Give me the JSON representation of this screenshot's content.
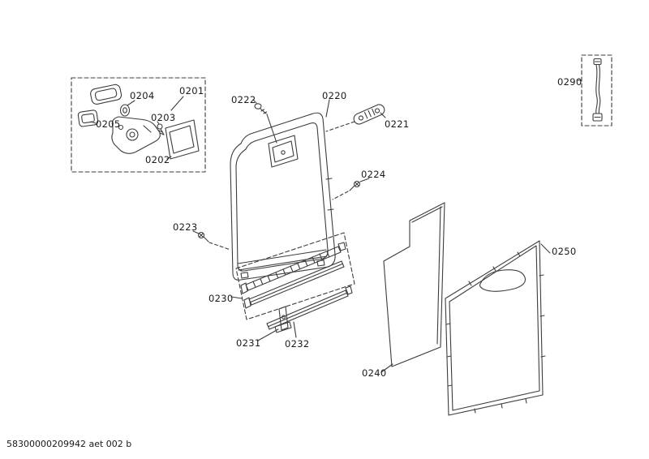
{
  "drawing": {
    "footer_code": "58300000209942 aet 002 b",
    "colors": {
      "line": "#3d3d3d",
      "text": "#1a1a1a",
      "background": "#ffffff"
    },
    "part_labels": {
      "p0201": "0201",
      "p0202": "0202",
      "p0203": "0203",
      "p0204": "0204",
      "p0205": "0205",
      "p0220": "0220",
      "p0221": "0221",
      "p0222": "0222",
      "p0223": "0223",
      "p0224": "0224",
      "p0230": "0230",
      "p0231": "0231",
      "p0232": "0232",
      "p0240": "0240",
      "p0250": "0250",
      "p0290": "0290"
    }
  }
}
